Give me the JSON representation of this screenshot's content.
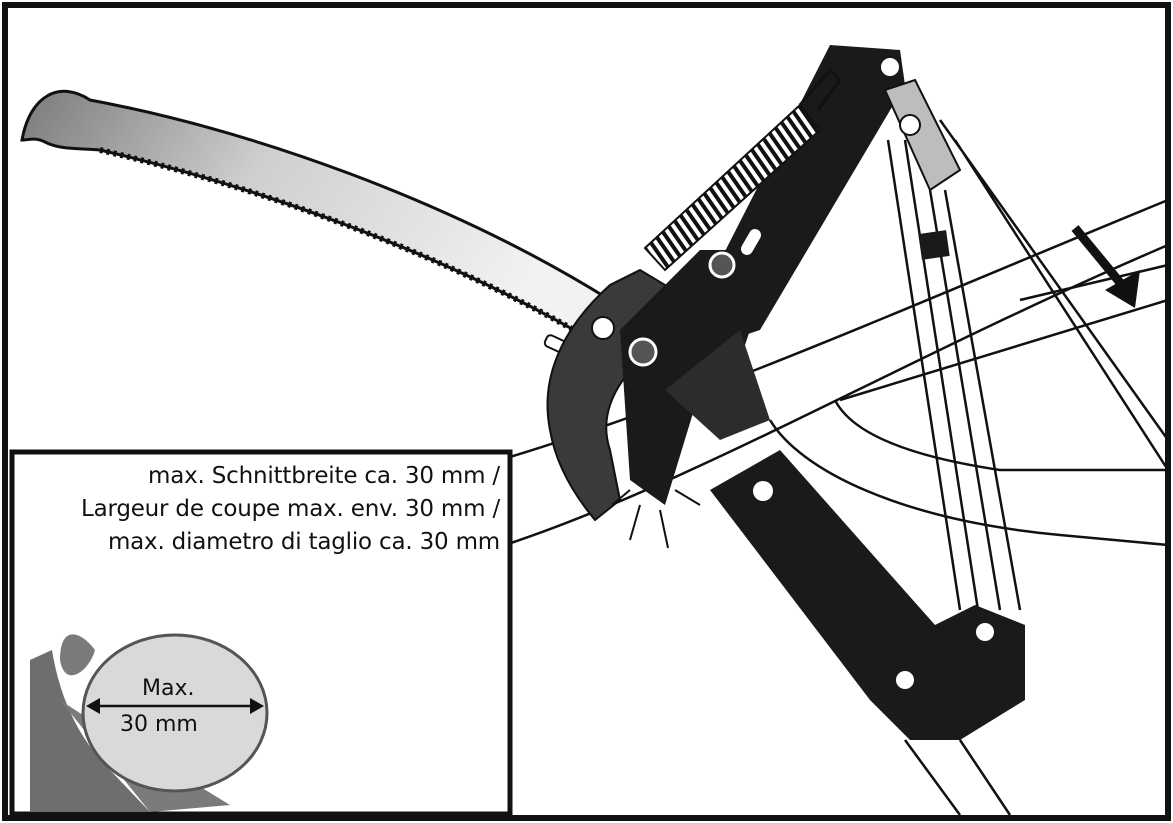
{
  "caption": {
    "line1": "max. Schnittbreite ca. 30 mm /",
    "line2": "Largeur de coupe max. env. 30 mm /",
    "line3": "max. diametro di taglio ca. 30 mm"
  },
  "branch_diagram": {
    "label_top": "Max.",
    "label_bottom": "30 mm"
  },
  "colors": {
    "ink": "#111111",
    "metal_dark": "#1a1a1a",
    "cut_face": "#d9d9d9",
    "branch": "#6e6e6e"
  },
  "icons": [
    "saw-blade-icon",
    "pruner-head-icon",
    "cut-direction-arrow-icon",
    "branch-cross-section-icon"
  ]
}
